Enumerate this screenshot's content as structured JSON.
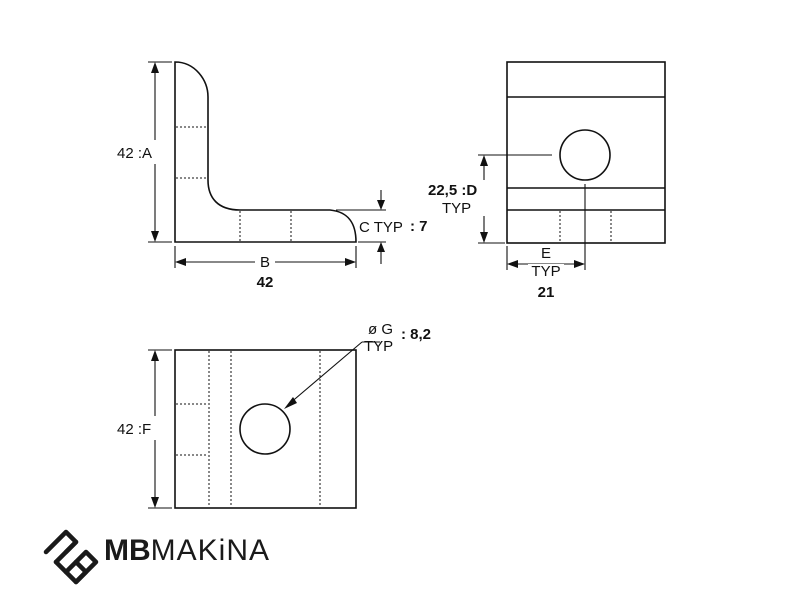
{
  "view_front": {
    "dim_a_label": "42 :A",
    "dim_b_label": "B",
    "dim_b_value": "42",
    "dim_c_label": "C TYP",
    "dim_c_value": ": 7"
  },
  "view_side": {
    "dim_d_value": "22,5 :D",
    "dim_d_typ": "TYP",
    "dim_e_label": "E",
    "dim_e_typ": "TYP",
    "dim_e_value": "21"
  },
  "view_top": {
    "dim_f_label": "42 :F",
    "dim_g_label": "ø G",
    "dim_g_typ": "TYP",
    "dim_g_value": ": 8,2"
  },
  "logo": {
    "brand_bold": "MB",
    "brand_light": "MAKiNA"
  }
}
